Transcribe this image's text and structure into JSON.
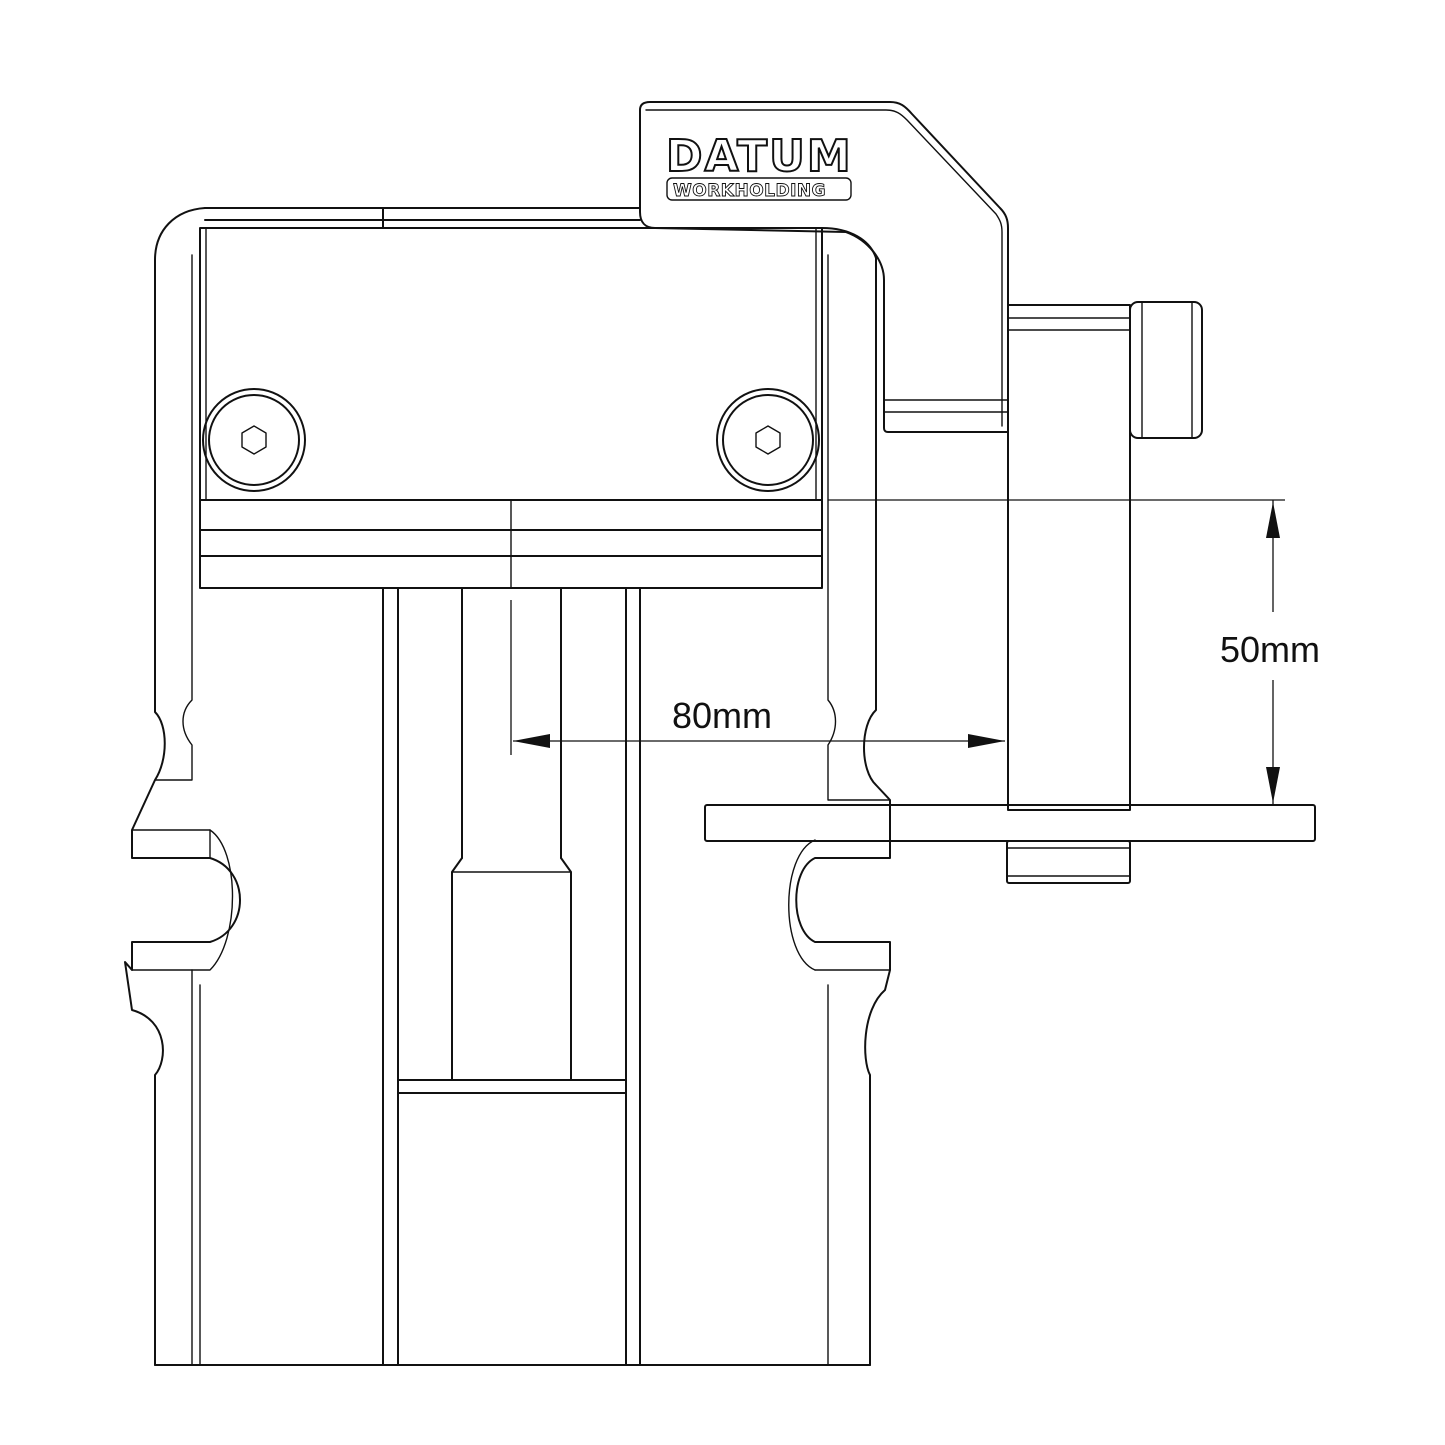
{
  "drawing": {
    "subject": "vise jaw with clamp and plate",
    "logo": {
      "brand": "DATUM",
      "sub": "WORKHOLDING"
    },
    "dimensions": {
      "height_label": "50mm",
      "width_label": "80mm"
    },
    "colors": {
      "line": "#111111",
      "background": "#ffffff"
    }
  }
}
